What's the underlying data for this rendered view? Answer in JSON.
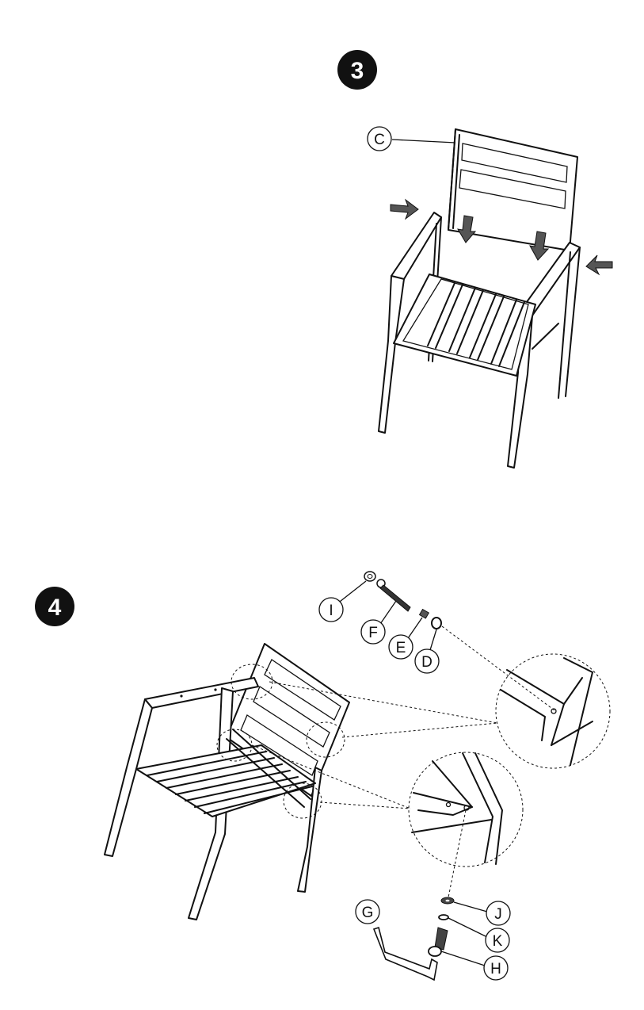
{
  "steps": [
    {
      "number": "3"
    },
    {
      "number": "4"
    }
  ],
  "parts": {
    "C": "C",
    "I": "I",
    "F": "F",
    "E": "E",
    "D": "D",
    "G": "G",
    "J": "J",
    "K": "K",
    "H": "H"
  },
  "colors": {
    "line": "#111111",
    "background": "#ffffff",
    "badge": "#111111"
  }
}
